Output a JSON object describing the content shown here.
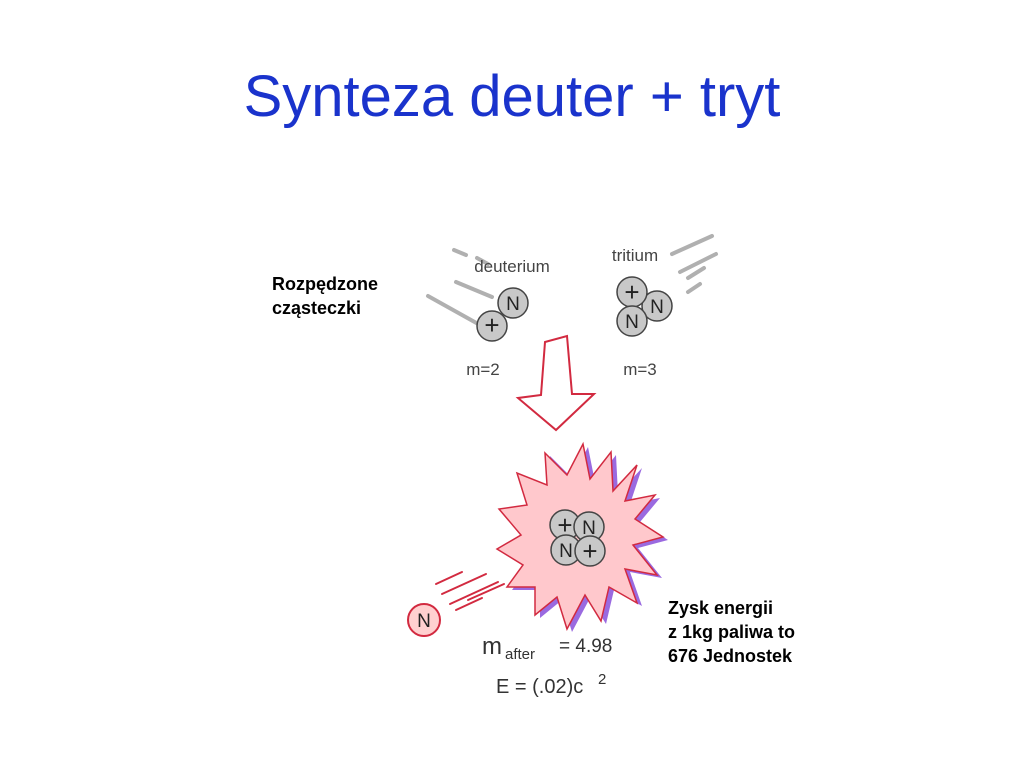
{
  "slide": {
    "title": "Synteza deuter + tryt"
  },
  "notes": {
    "left_lines": [
      "Rozpędzone",
      "cząsteczki"
    ],
    "right_lines": [
      "Zysk energii",
      "z 1kg paliwa to",
      "676 Jednostek"
    ]
  },
  "diagram": {
    "deuterium_label": "deuterium",
    "tritium_label": "tritium",
    "deuterium_mass": "m=2",
    "tritium_mass": "m=3",
    "proton_symbol": "+",
    "neutron_symbol": "N",
    "mass_after_m": "m",
    "mass_after_sub": "after",
    "mass_after_value": "= 4.98",
    "energy_formula": "E = (.02)c",
    "energy_exponent": "2"
  },
  "colors": {
    "title": "#1a33cc",
    "particle_fill": "#c8c8c8",
    "burst_fill": "#ffc8cc",
    "burst_stroke": "#d22a40",
    "burst_shadow": "#9a6ae0",
    "neutron_free_fill": "#ffd0d0",
    "neutron_free_stroke": "#d22a40",
    "streak_gray": "#b0b0b0",
    "streak_red": "#d22a40"
  }
}
